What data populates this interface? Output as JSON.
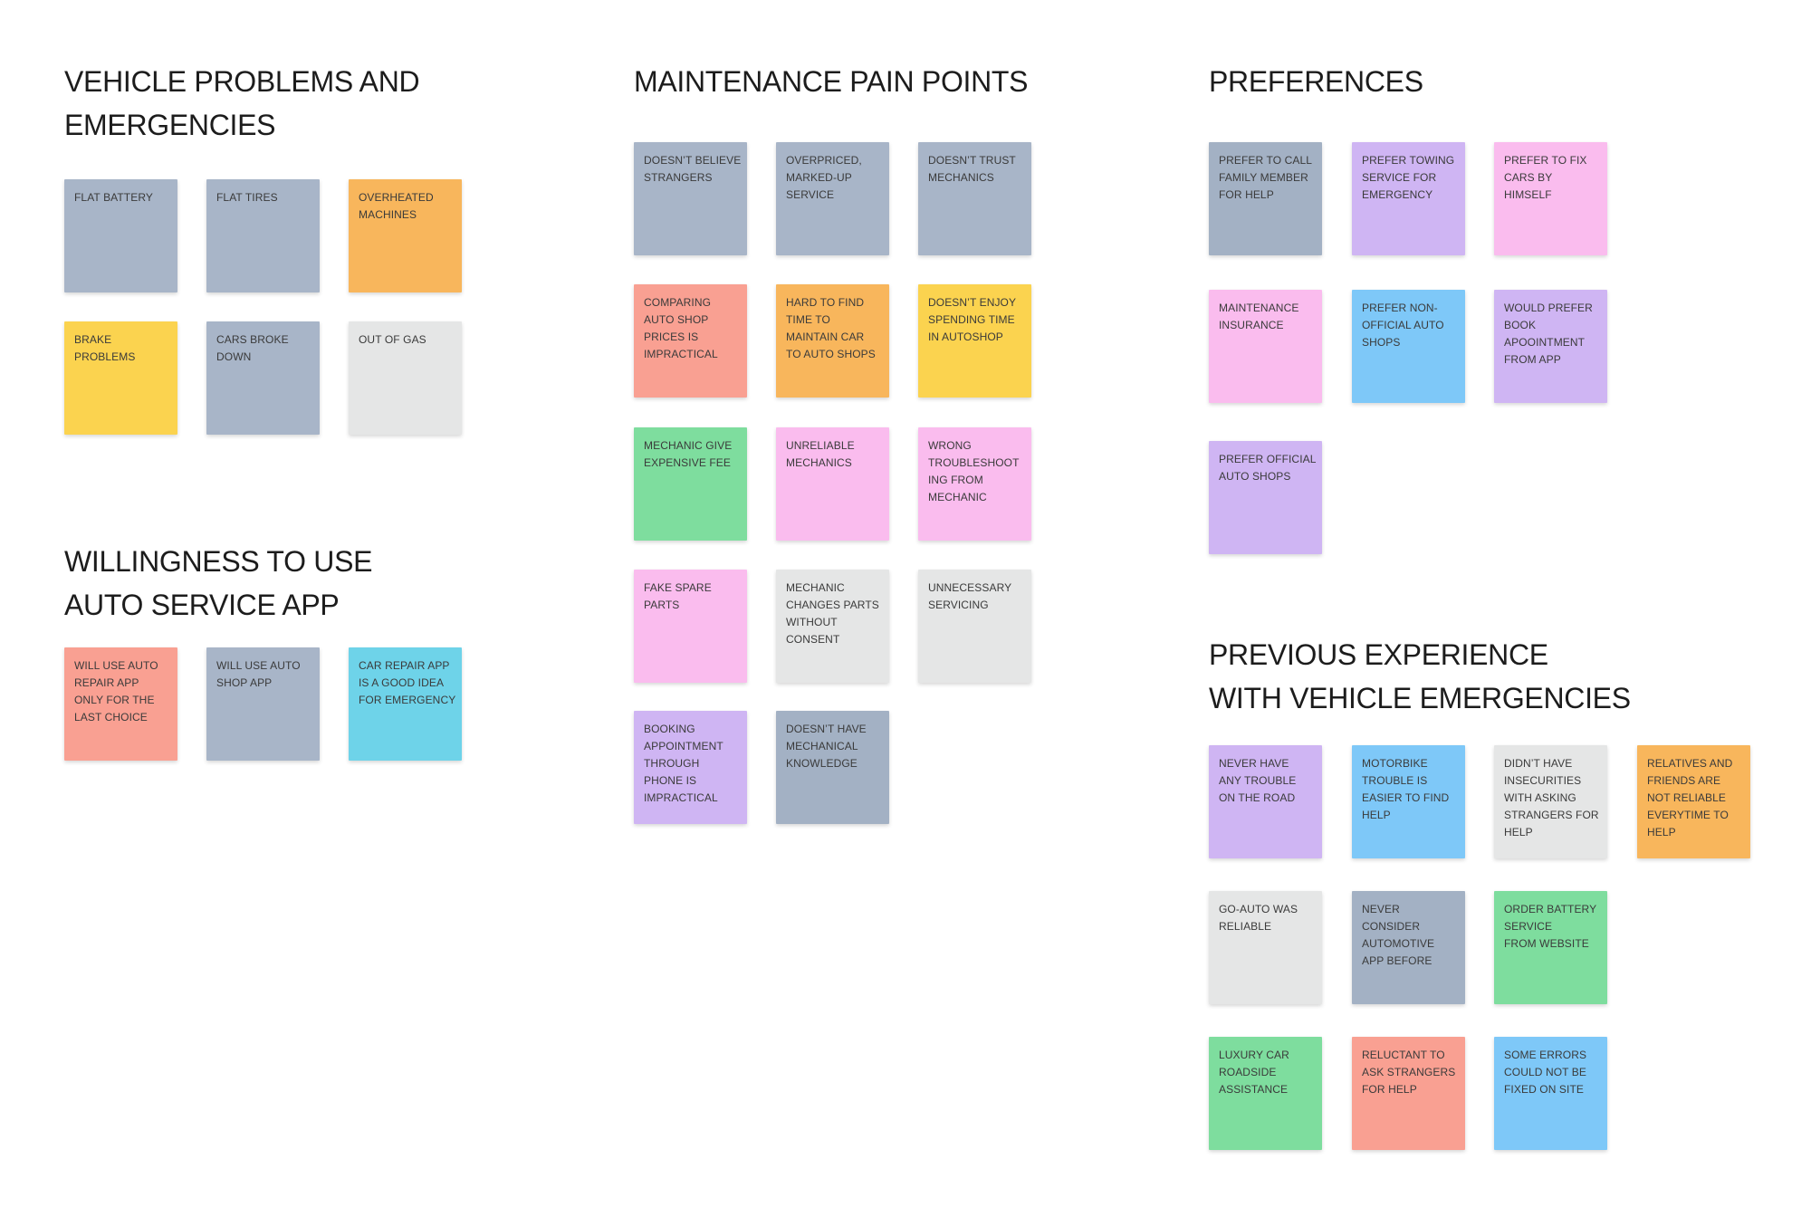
{
  "board": {
    "background": "#ffffff"
  },
  "palette": {
    "gray": "#a8b5c8",
    "slate": "#a3b1c4",
    "orange": "#f8b65c",
    "yellow": "#fbd34f",
    "lightgray": "#e5e6e6",
    "salmon": "#f9a092",
    "cyan": "#6ed3e9",
    "green": "#7edd9e",
    "pink": "#fabcee",
    "purple": "#cfb5f3",
    "blue": "#7ec8f8",
    "heading_text": "#1c1c1c",
    "note_text": "#3a3a3a"
  },
  "sections": [
    {
      "id": "vehicle-problems",
      "title": "VEHICLE PROBLEMS AND\nEMERGENCIES",
      "notes": [
        {
          "text": "FLAT BATTERY",
          "color": "gray",
          "row": 0,
          "col": 0
        },
        {
          "text": "FLAT TIRES",
          "color": "gray",
          "row": 0,
          "col": 1
        },
        {
          "text": "OVERHEATED\nMACHINES",
          "color": "orange",
          "row": 0,
          "col": 2
        },
        {
          "text": "BRAKE\nPROBLEMS",
          "color": "yellow",
          "row": 1,
          "col": 0
        },
        {
          "text": "CARS BROKE\nDOWN",
          "color": "gray",
          "row": 1,
          "col": 1
        },
        {
          "text": "OUT OF GAS",
          "color": "lightgray",
          "row": 1,
          "col": 2
        }
      ]
    },
    {
      "id": "willingness",
      "title": "WILLINGNESS TO USE\nAUTO SERVICE APP",
      "notes": [
        {
          "text": "WILL USE AUTO\nREPAIR APP\nONLY FOR THE\nLAST CHOICE",
          "color": "salmon",
          "row": 0,
          "col": 0
        },
        {
          "text": "WILL USE AUTO\nSHOP APP",
          "color": "gray",
          "row": 0,
          "col": 1
        },
        {
          "text": "CAR REPAIR APP\nIS A GOOD IDEA\nFOR EMERGENCY",
          "color": "cyan",
          "row": 0,
          "col": 2
        }
      ]
    },
    {
      "id": "maintenance",
      "title": "MAINTENANCE PAIN POINTS",
      "notes": [
        {
          "text": "DOESN’T BELIEVE\nSTRANGERS",
          "color": "gray",
          "row": 0,
          "col": 0
        },
        {
          "text": "OVERPRICED,\nMARKED-UP\nSERVICE",
          "color": "gray",
          "row": 0,
          "col": 1
        },
        {
          "text": "DOESN’T TRUST\nMECHANICS",
          "color": "gray",
          "row": 0,
          "col": 2
        },
        {
          "text": "COMPARING\nAUTO SHOP\nPRICES IS\nIMPRACTICAL",
          "color": "salmon",
          "row": 1,
          "col": 0
        },
        {
          "text": "HARD TO FIND\nTIME TO\nMAINTAIN CAR\nTO AUTO SHOPS",
          "color": "orange",
          "row": 1,
          "col": 1
        },
        {
          "text": "DOESN’T ENJOY\nSPENDING TIME\nIN AUTOSHOP",
          "color": "yellow",
          "row": 1,
          "col": 2
        },
        {
          "text": "MECHANIC GIVE\nEXPENSIVE FEE",
          "color": "green",
          "row": 2,
          "col": 0
        },
        {
          "text": "UNRELIABLE\nMECHANICS",
          "color": "pink",
          "row": 2,
          "col": 1
        },
        {
          "text": "WRONG\nTROUBLESHOOT\nING FROM\nMECHANIC",
          "color": "pink",
          "row": 2,
          "col": 2
        },
        {
          "text": "FAKE SPARE\nPARTS",
          "color": "pink",
          "row": 3,
          "col": 0
        },
        {
          "text": "MECHANIC\nCHANGES PARTS\nWITHOUT\nCONSENT",
          "color": "lightgray",
          "row": 3,
          "col": 1
        },
        {
          "text": "UNNECESSARY\nSERVICING",
          "color": "lightgray",
          "row": 3,
          "col": 2
        },
        {
          "text": "BOOKING\nAPPOINTMENT\nTHROUGH\nPHONE IS\nIMPRACTICAL",
          "color": "purple",
          "row": 4,
          "col": 0
        },
        {
          "text": "DOESN’T HAVE\nMECHANICAL\nKNOWLEDGE",
          "color": "slate",
          "row": 4,
          "col": 1
        }
      ]
    },
    {
      "id": "preferences",
      "title": "PREFERENCES",
      "notes": [
        {
          "text": "PREFER TO CALL\nFAMILY MEMBER\nFOR HELP",
          "color": "slate",
          "row": 0,
          "col": 0
        },
        {
          "text": "PREFER TOWING\nSERVICE FOR\nEMERGENCY",
          "color": "purple",
          "row": 0,
          "col": 1
        },
        {
          "text": "PREFER TO FIX\nCARS BY\nHIMSELF",
          "color": "pink",
          "row": 0,
          "col": 2
        },
        {
          "text": "MAINTENANCE\nINSURANCE",
          "color": "pink",
          "row": 1,
          "col": 0
        },
        {
          "text": "PREFER NON-\nOFFICIAL AUTO\nSHOPS",
          "color": "blue",
          "row": 1,
          "col": 1
        },
        {
          "text": "WOULD PREFER\nBOOK\nAPOOINTMENT\nFROM APP",
          "color": "purple",
          "row": 1,
          "col": 2
        },
        {
          "text": "PREFER OFFICIAL\nAUTO SHOPS",
          "color": "purple",
          "row": 2,
          "col": 0
        }
      ]
    },
    {
      "id": "previous-experience",
      "title": "PREVIOUS EXPERIENCE\nWITH VEHICLE EMERGENCIES",
      "notes": [
        {
          "text": "NEVER HAVE\nANY TROUBLE\nON THE ROAD",
          "color": "purple",
          "row": 0,
          "col": 0
        },
        {
          "text": "MOTORBIKE\nTROUBLE IS\nEASIER TO FIND\nHELP",
          "color": "blue",
          "row": 0,
          "col": 1
        },
        {
          "text": "DIDN’T HAVE\nINSECURITIES\nWITH ASKING\nSTRANGERS FOR\nHELP",
          "color": "lightgray",
          "row": 0,
          "col": 2
        },
        {
          "text": "RELATIVES AND\nFRIENDS ARE\nNOT RELIABLE\nEVERYTIME TO\nHELP",
          "color": "orange",
          "row": 0,
          "col": 3
        },
        {
          "text": "GO-AUTO WAS\nRELIABLE",
          "color": "lightgray",
          "row": 1,
          "col": 0
        },
        {
          "text": "NEVER\nCONSIDER\nAUTOMOTIVE\nAPP BEFORE",
          "color": "slate",
          "row": 1,
          "col": 1
        },
        {
          "text": "ORDER BATTERY\nSERVICE\nFROM WEBSITE",
          "color": "green",
          "row": 1,
          "col": 2
        },
        {
          "text": "LUXURY CAR\nROADSIDE\nASSISTANCE",
          "color": "green",
          "row": 2,
          "col": 0
        },
        {
          "text": "RELUCTANT TO\nASK STRANGERS\nFOR HELP",
          "color": "salmon",
          "row": 2,
          "col": 1
        },
        {
          "text": "SOME ERRORS\nCOULD NOT BE\nFIXED ON SITE",
          "color": "blue",
          "row": 2,
          "col": 2
        }
      ]
    }
  ]
}
